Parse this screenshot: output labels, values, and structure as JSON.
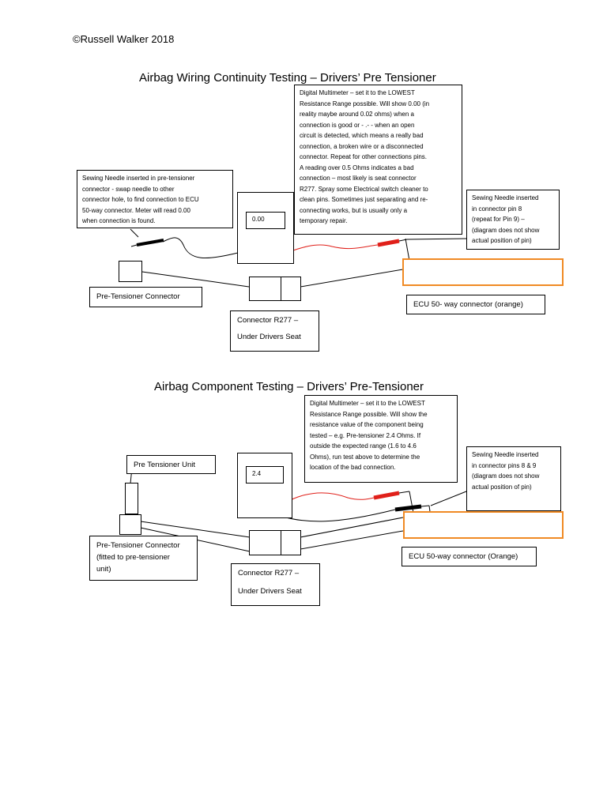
{
  "copyright": "©Russell Walker 2018",
  "section1": {
    "title": "Airbag Wiring Continuity Testing – Drivers’ Pre Tensioner",
    "meter_display": "0.00",
    "meter_note": [
      "Digital Multimeter – set it to the LOWEST",
      "Resistance Range possible. Will show 0.00 (in",
      "reality maybe around 0.02 ohms)  when a",
      "connection is good or - .- - when an open",
      "circuit is detected, which means a really bad",
      "connection, a broken wire or a disconnected",
      "connector. Repeat for other connections pins.",
      "A reading over 0.5 Ohms indicates a bad",
      "connection – most likely is seat connector",
      "R277. Spray some Electrical switch cleaner to",
      "clean pins. Sometimes just separating and re-",
      "connecting works, but is usually only a",
      "temporary repair."
    ],
    "needle_left_note": [
      "Sewing Needle inserted in pre-tensioner",
      "connector - swap needle to other",
      "connector hole, to find connection to ECU",
      "50-way connector. Meter will read 0.00",
      "when connection is found."
    ],
    "needle_right_note": [
      "Sewing Needle inserted",
      "in connector pin 8",
      "(repeat for Pin 9) –",
      "(diagram does not show",
      "actual position of pin)"
    ],
    "pretensioner_connector_label": "Pre-Tensioner Connector",
    "r277_label": [
      "Connector R277 –",
      "Under Drivers Seat"
    ],
    "ecu_label": "ECU 50- way connector (orange)"
  },
  "section2": {
    "title": "Airbag Component Testing – Drivers’ Pre-Tensioner",
    "meter_display": "2.4",
    "meter_note": [
      "Digital Multimeter – set it to the LOWEST",
      "Resistance Range possible. Will show the",
      "resistance value of the component being",
      "tested – e.g. Pre-tensioner 2.4 Ohms. If",
      "outside the expected range (1.6 to 4.6",
      "Ohms), run test above to determine the",
      "location of the bad connection."
    ],
    "pretensioner_unit_label": "Pre Tensioner Unit",
    "needle_right_note": [
      "Sewing Needle inserted",
      "in connector pins 8  & 9",
      "(diagram does not show",
      "actual position of pin)"
    ],
    "pretensioner_connector_label": [
      "Pre-Tensioner Connector",
      "(fitted to pre-tensioner",
      "unit)"
    ],
    "r277_label": [
      "Connector R277 –",
      "Under Drivers Seat"
    ],
    "ecu_label": "ECU 50-way connector (Orange)"
  },
  "colors": {
    "orange": "#f08a24",
    "probe_red": "#e0201a",
    "wire": "#000000"
  }
}
